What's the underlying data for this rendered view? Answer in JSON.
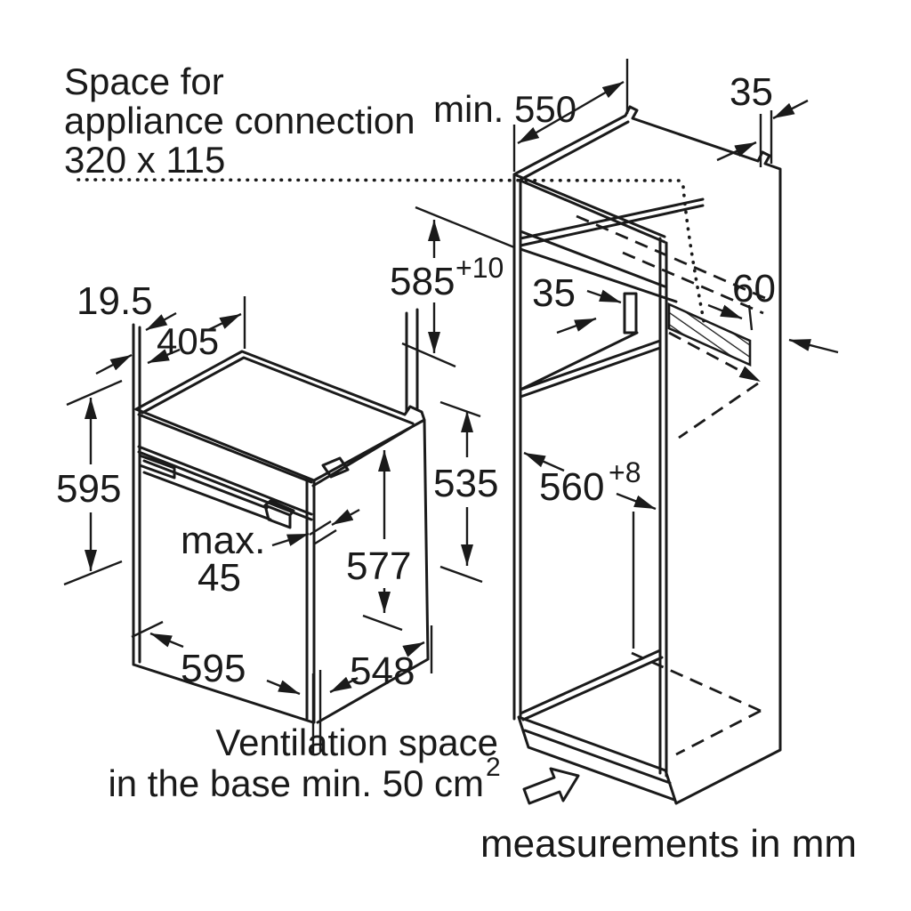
{
  "connection_note": {
    "line1": "Space for",
    "line2": "appliance connection",
    "line3": "320 x 115"
  },
  "cabinet_dims": {
    "top_depth": "min. 550",
    "rear_panel_thickness": "35",
    "shelf_gap": "35",
    "duct_width": "60",
    "niche_height": "585",
    "niche_height_tolerance": "+10",
    "niche_width": "560",
    "niche_width_tolerance": "+8"
  },
  "oven_dims": {
    "door_proud": "19.5",
    "top_depth": "405",
    "front_height": "595",
    "side_height": "535",
    "body_height": "577",
    "handle_label": "max.",
    "handle_depth": "45",
    "front_width": "595",
    "body_depth": "548"
  },
  "notes": {
    "ventilation_line1": "Ventilation space",
    "ventilation_line2": "in the base min. 50 cm",
    "ventilation_sup": "2",
    "units": "measurements in mm"
  },
  "colors": {
    "line": "#1a1a1a",
    "background": "#ffffff"
  }
}
